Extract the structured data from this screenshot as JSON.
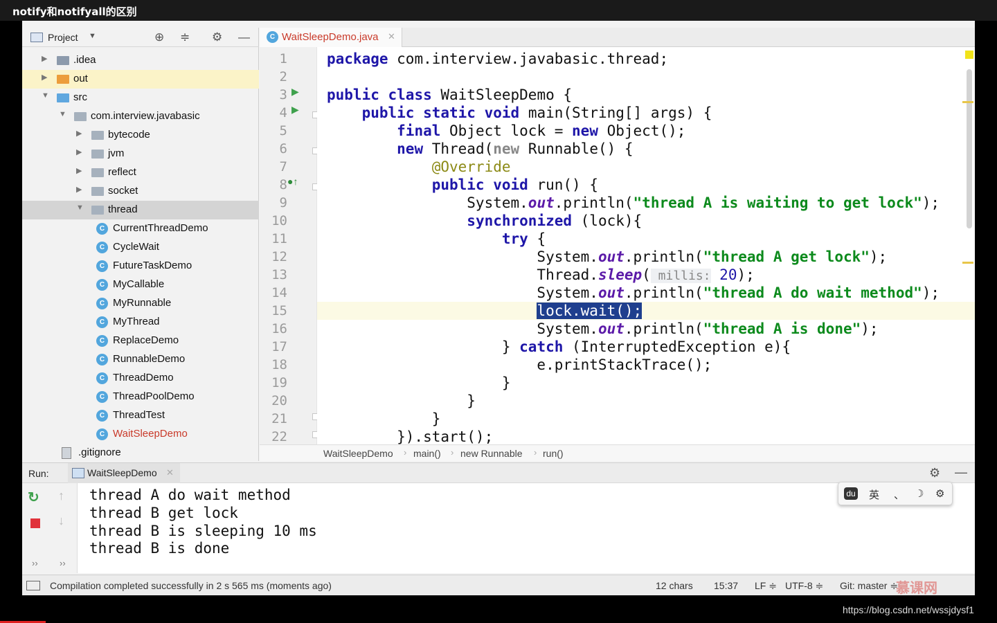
{
  "video": {
    "title": "notify和notifyall的区别",
    "watermark_url": "https://blog.csdn.net/wssjdysf1",
    "logo_text": "慕课网"
  },
  "project": {
    "label": "Project",
    "tree": [
      {
        "label": ".idea",
        "kind": "folder",
        "depth": 0,
        "state": "collapsed"
      },
      {
        "label": "out",
        "kind": "folder-orange",
        "depth": 0,
        "state": "collapsed"
      },
      {
        "label": "src",
        "kind": "folder-blue",
        "depth": 0,
        "state": "expanded"
      },
      {
        "label": "com.interview.javabasic",
        "kind": "package",
        "depth": 1,
        "state": "expanded"
      },
      {
        "label": "bytecode",
        "kind": "package",
        "depth": 2,
        "state": "collapsed"
      },
      {
        "label": "jvm",
        "kind": "package",
        "depth": 2,
        "state": "collapsed"
      },
      {
        "label": "reflect",
        "kind": "package",
        "depth": 2,
        "state": "collapsed"
      },
      {
        "label": "socket",
        "kind": "package",
        "depth": 2,
        "state": "collapsed"
      },
      {
        "label": "thread",
        "kind": "package",
        "depth": 2,
        "state": "expanded"
      },
      {
        "label": "CurrentThreadDemo",
        "kind": "class",
        "depth": 3
      },
      {
        "label": "CycleWait",
        "kind": "class",
        "depth": 3
      },
      {
        "label": "FutureTaskDemo",
        "kind": "class",
        "depth": 3
      },
      {
        "label": "MyCallable",
        "kind": "class",
        "depth": 3
      },
      {
        "label": "MyRunnable",
        "kind": "class",
        "depth": 3
      },
      {
        "label": "MyThread",
        "kind": "class",
        "depth": 3
      },
      {
        "label": "ReplaceDemo",
        "kind": "class",
        "depth": 3
      },
      {
        "label": "RunnableDemo",
        "kind": "class",
        "depth": 3
      },
      {
        "label": "ThreadDemo",
        "kind": "class",
        "depth": 3
      },
      {
        "label": "ThreadPoolDemo",
        "kind": "class",
        "depth": 3
      },
      {
        "label": "ThreadTest",
        "kind": "class",
        "depth": 3
      },
      {
        "label": "WaitSleepDemo",
        "kind": "class",
        "depth": 3
      },
      {
        "label": ".gitignore",
        "kind": "file",
        "depth": 1
      }
    ]
  },
  "editor": {
    "tab_label": "WaitSleepDemo.java",
    "current_line": 15,
    "lines": [
      {
        "n": "1"
      },
      {
        "n": "2"
      },
      {
        "n": "3"
      },
      {
        "n": "4"
      },
      {
        "n": "5"
      },
      {
        "n": "6"
      },
      {
        "n": "7"
      },
      {
        "n": "8"
      },
      {
        "n": "9"
      },
      {
        "n": "10"
      },
      {
        "n": "11"
      },
      {
        "n": "12"
      },
      {
        "n": "13"
      },
      {
        "n": "14"
      },
      {
        "n": "15"
      },
      {
        "n": "16"
      },
      {
        "n": "17"
      },
      {
        "n": "18"
      },
      {
        "n": "19"
      },
      {
        "n": "20"
      },
      {
        "n": "21"
      },
      {
        "n": "22"
      }
    ],
    "code": {
      "l1": [
        "package",
        " com.interview.javabasic.thread;"
      ],
      "l3": [
        "public",
        " ",
        "class",
        " WaitSleepDemo {"
      ],
      "l4": [
        "    ",
        "public",
        " ",
        "static",
        " ",
        "void",
        " main(String[] args) {"
      ],
      "l5": [
        "        ",
        "final",
        " Object lock = ",
        "new",
        " Object();"
      ],
      "l6": [
        "        ",
        "new",
        " Thread(",
        "new",
        " Runnable() {"
      ],
      "l7": [
        "            ",
        "@Override"
      ],
      "l8": [
        "            ",
        "public",
        " ",
        "void",
        " run() {"
      ],
      "l9": [
        "                System.",
        "out",
        ".println(",
        "\"thread A is waiting to get lock\"",
        ");"
      ],
      "l10": [
        "                ",
        "synchronized",
        " (lock){"
      ],
      "l11": [
        "                    ",
        "try",
        " {"
      ],
      "l12": [
        "                        System.",
        "out",
        ".println(",
        "\"thread A get lock\"",
        ");"
      ],
      "l13": [
        "                        Thread.",
        "sleep",
        "(",
        " millis:",
        " ",
        "20",
        ");"
      ],
      "l14": [
        "                        System.",
        "out",
        ".println(",
        "\"thread A do wait method\"",
        ");"
      ],
      "l15": [
        "                        ",
        "lock.wait();"
      ],
      "l16": [
        "                        System.",
        "out",
        ".println(",
        "\"thread A is done\"",
        ");"
      ],
      "l17": [
        "                    } ",
        "catch",
        " (InterruptedException e){"
      ],
      "l18": [
        "                        e.printStackTrace();"
      ],
      "l19": [
        "                    }"
      ],
      "l20": [
        "                }"
      ],
      "l21": [
        "            }"
      ],
      "l22": [
        "        }).start();"
      ]
    },
    "breadcrumb": [
      "WaitSleepDemo",
      "main()",
      "new Runnable",
      "run()"
    ]
  },
  "run": {
    "label": "Run:",
    "tab_label": "WaitSleepDemo",
    "output": [
      "thread A do wait method",
      "thread B get lock",
      "thread B is sleeping 10 ms",
      "thread B is done"
    ]
  },
  "ime": {
    "lang": "英",
    "punct": "、",
    "moon": "☽",
    "settings": "⚙"
  },
  "status": {
    "message": "Compilation completed successfully in 2 s 565 ms (moments ago)",
    "chars": "12 chars",
    "position": "15:37",
    "line_sep": "LF ≑",
    "encoding": "UTF-8 ≑",
    "git": "Git: master ≑"
  },
  "colors": {
    "keyword": "#1e16a8",
    "string": "#0c8a1c",
    "field": "#5b1aa8",
    "annotation": "#8c8a16",
    "selection": "#1f3f8e"
  }
}
